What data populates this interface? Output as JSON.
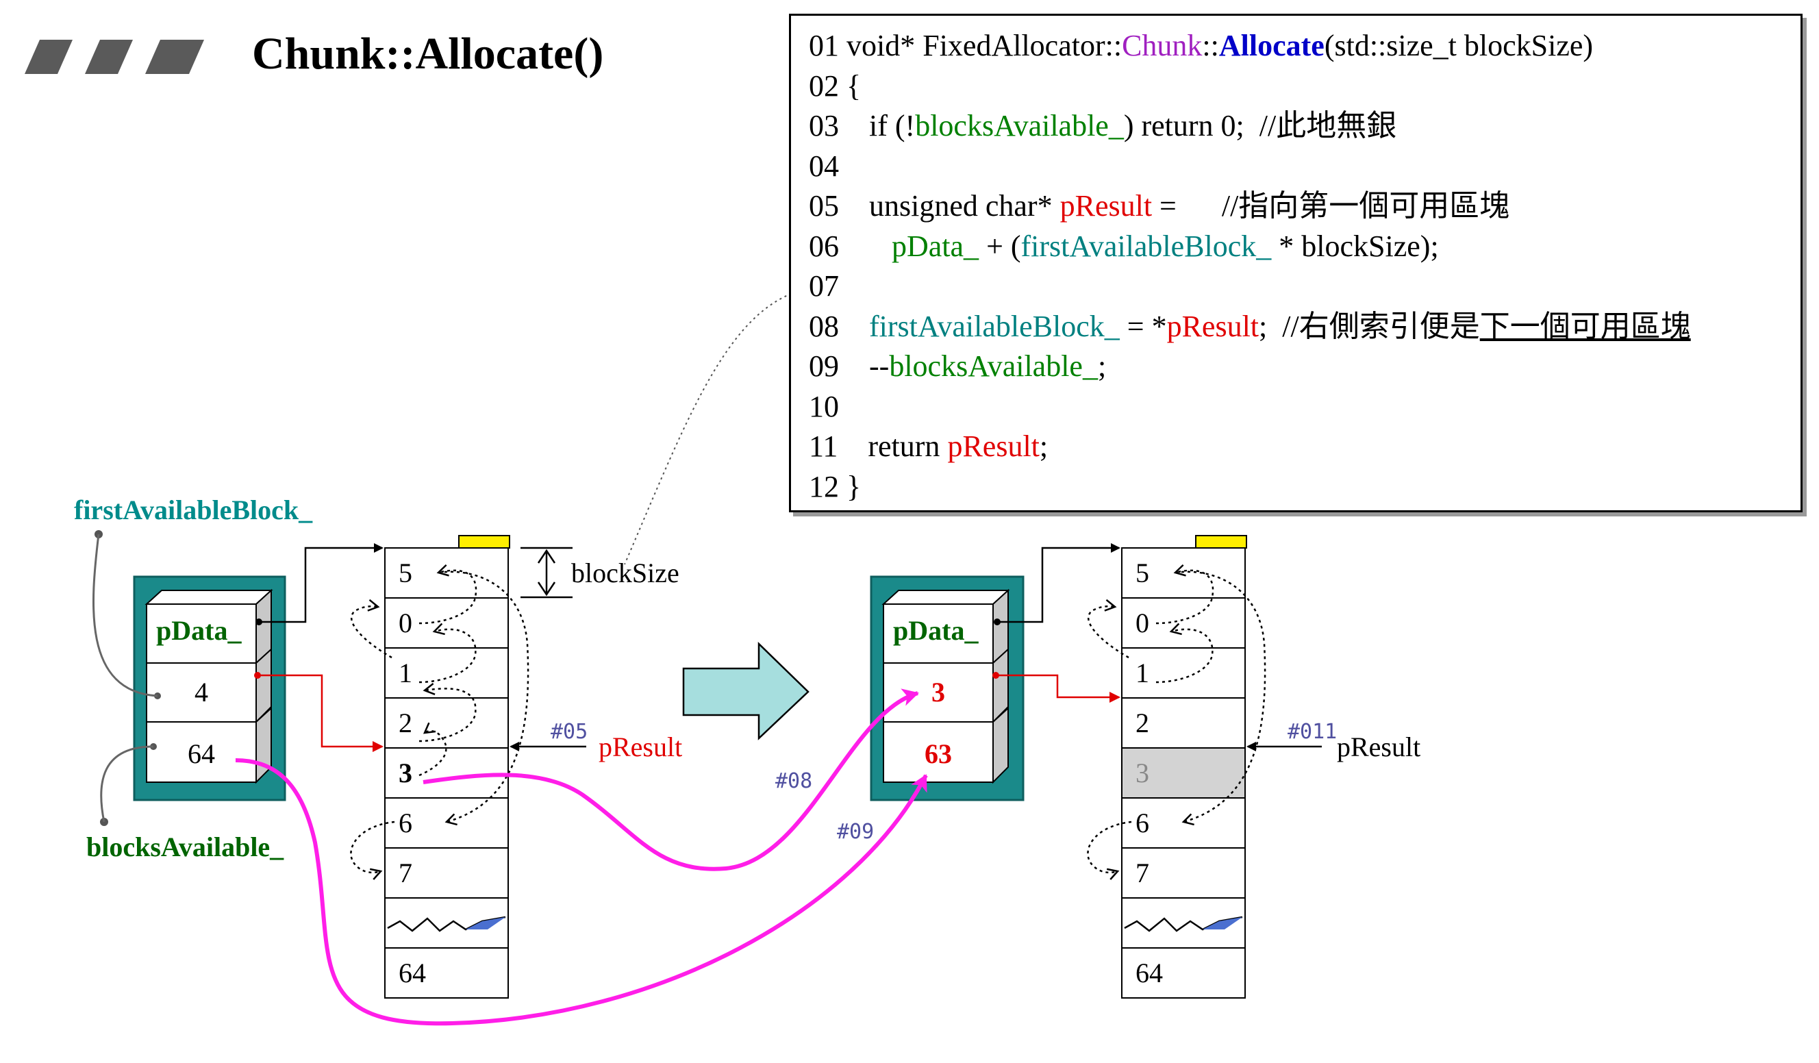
{
  "title": "Chunk::Allocate()",
  "code": [
    {
      "num": "01",
      "parts": [
        {
          "t": " void* FixedAllocator::",
          "c": ""
        },
        {
          "t": "Chunk",
          "c": "kw-purple"
        },
        {
          "t": "::",
          "c": ""
        },
        {
          "t": "Allocate",
          "c": "kw-blue"
        },
        {
          "t": "(std::size_t blockSize)",
          "c": ""
        }
      ]
    },
    {
      "num": "02",
      "parts": [
        {
          "t": " {",
          "c": ""
        }
      ]
    },
    {
      "num": "03",
      "parts": [
        {
          "t": "    if (!",
          "c": ""
        },
        {
          "t": "blocksAvailable_",
          "c": "kw-green"
        },
        {
          "t": ") return 0;  //此地無銀",
          "c": ""
        }
      ]
    },
    {
      "num": "04",
      "parts": []
    },
    {
      "num": "05",
      "parts": [
        {
          "t": "    unsigned char* ",
          "c": ""
        },
        {
          "t": "pResult",
          "c": "kw-red"
        },
        {
          "t": " =      //指向第一個可用區塊",
          "c": ""
        }
      ]
    },
    {
      "num": "06",
      "parts": [
        {
          "t": "       ",
          "c": ""
        },
        {
          "t": "pData_",
          "c": "kw-green"
        },
        {
          "t": " + (",
          "c": ""
        },
        {
          "t": "firstAvailableBlock_",
          "c": "kw-teal"
        },
        {
          "t": " * blockSize);",
          "c": ""
        }
      ]
    },
    {
      "num": "07",
      "parts": []
    },
    {
      "num": "08",
      "parts": [
        {
          "t": "    ",
          "c": ""
        },
        {
          "t": "firstAvailableBlock_",
          "c": "kw-teal"
        },
        {
          "t": " = *",
          "c": ""
        },
        {
          "t": "pResult",
          "c": "kw-red"
        },
        {
          "t": ";  //右側索引便是",
          "c": ""
        },
        {
          "t": "下一個可用區塊",
          "c": "uline"
        }
      ]
    },
    {
      "num": "09",
      "parts": [
        {
          "t": "    --",
          "c": ""
        },
        {
          "t": "blocksAvailable_",
          "c": "kw-green"
        },
        {
          "t": ";",
          "c": ""
        }
      ]
    },
    {
      "num": "10",
      "parts": []
    },
    {
      "num": "11",
      "parts": [
        {
          "t": "    return ",
          "c": ""
        },
        {
          "t": "pResult",
          "c": "kw-red"
        },
        {
          "t": ";",
          "c": ""
        }
      ]
    },
    {
      "num": "12",
      "parts": [
        {
          "t": " }",
          "c": ""
        }
      ]
    }
  ],
  "left": {
    "label_first": "firstAvailableBlock_",
    "label_blocks": "blocksAvailable_",
    "pdata": "pData_",
    "first_value": "4",
    "blocks_value": "64",
    "cells": [
      "5",
      "0",
      "1",
      "2",
      "3",
      "6",
      "7",
      "",
      "64"
    ],
    "block_size_label": "blockSize",
    "ref05": "#05",
    "presult": "pResult"
  },
  "right": {
    "pdata": "pData_",
    "first_value": "3",
    "blocks_value": "63",
    "cells": [
      "5",
      "0",
      "1",
      "2",
      "3",
      "6",
      "7",
      "",
      "64"
    ],
    "ref011": "#011",
    "presult": "pResult"
  },
  "refs": {
    "r08": "#08",
    "r09": "#09"
  },
  "colors": {
    "teal_panel": "#1a8a8a",
    "panel_text_green": "#006400",
    "panel_red": "#e00000",
    "magenta": "#ff1ee8",
    "arrow_fill": "#a6dede",
    "yellow_tab": "#ffee00",
    "used_cell": "#d3d3d3",
    "label_teal": "#008b8b",
    "label_green": "#006400"
  }
}
